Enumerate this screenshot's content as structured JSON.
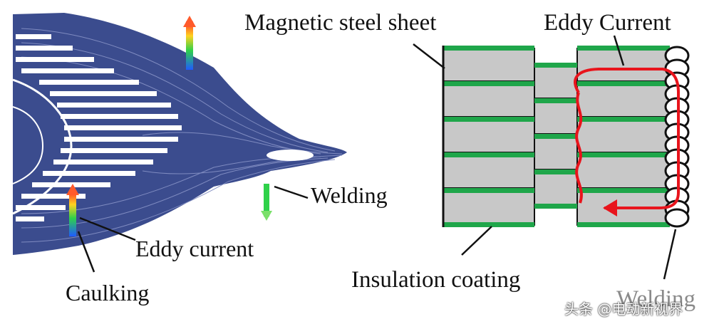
{
  "left_panel": {
    "labels": {
      "welding": "Welding",
      "eddy_current": "Eddy current",
      "caulking": "Caulking"
    },
    "colors": {
      "lamination": "#3b4c8e",
      "lamination_line": "#7f8bc0"
    }
  },
  "right_panel": {
    "labels": {
      "magnetic_steel_sheet": "Magnetic steel sheet",
      "eddy_current": "Eddy Current",
      "insulation_coating": "Insulation coating",
      "welding": "Welding"
    },
    "colors": {
      "sheet_fill": "#c8c8c8",
      "coating": "#1fa64a",
      "eddy_path": "#e8141c",
      "weld": "#111111"
    }
  },
  "watermark": {
    "text": "头条 @电动新视界"
  }
}
